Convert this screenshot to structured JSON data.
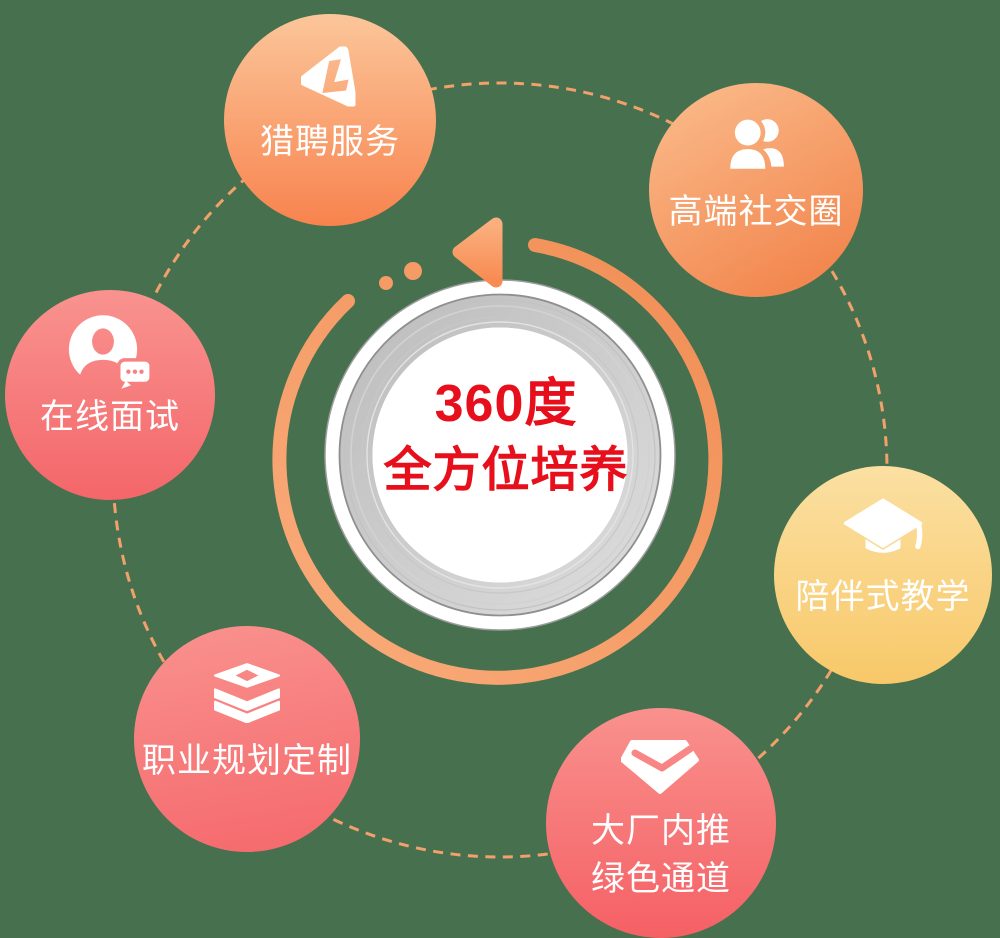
{
  "background_color": "#47714E",
  "center_badge": {
    "line1": "360度",
    "line2": "全方位培养",
    "text_color": "#E60F1B"
  },
  "bubbles": [
    {
      "label": "猎聘服务",
      "icon": "liepin-logo-icon",
      "gradient": {
        "angle": "180deg",
        "from": "#FBC69A",
        "to": "#F8834E"
      }
    },
    {
      "label": "高端社交圈",
      "icon": "dual-user-icon",
      "gradient": {
        "angle": "150deg",
        "from": "#FBBE8E",
        "to": "#F17E45"
      }
    },
    {
      "label": "在线面试",
      "icon": "user-chat-icon",
      "gradient": {
        "angle": "180deg",
        "from": "#F9938F",
        "to": "#F4666A"
      }
    },
    {
      "label": "陪伴式教学",
      "icon": "graduation-cap-icon",
      "gradient": {
        "angle": "180deg",
        "from": "#FBE0A2",
        "to": "#F8C869"
      }
    },
    {
      "label": "职业规划定制",
      "icon": "stacked-layers-icon",
      "gradient": {
        "angle": "170deg",
        "from": "#F9928E",
        "to": "#F5686C"
      }
    },
    {
      "label": "大厂内推",
      "label_line2": "绿色通道",
      "icon": "shield-check-icon",
      "gradient": {
        "angle": "180deg",
        "from": "#F9918D",
        "to": "#F56065"
      }
    }
  ],
  "decor": {
    "dashed_circle_color": "#F2A06C",
    "dot_color": "#F59B66",
    "arc_gradient": {
      "from": "#F9AC7B",
      "to": "#F18E55"
    },
    "arrow_gradient": {
      "from": "#FBAF7F",
      "to": "#F78B51"
    },
    "ring": {
      "band_from": "#BDBDBD",
      "band_to": "#DCDCDC",
      "inner_hairline": "#8F8F8F",
      "outer_hairline": "#9E9E9E",
      "white": "#FFFFFF"
    }
  }
}
